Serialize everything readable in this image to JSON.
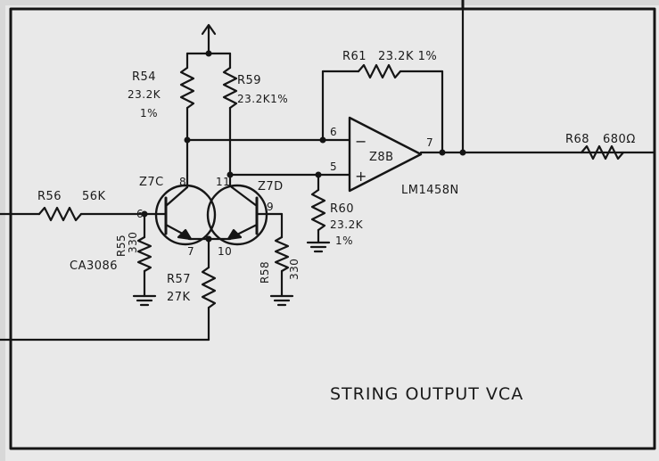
{
  "components": {
    "r54": {
      "ref": "R54",
      "value": "23.2K",
      "tol": "1%"
    },
    "r59": {
      "ref": "R59",
      "value": "23.2K1%"
    },
    "r61": {
      "ref": "R61",
      "value": "23.2K 1%"
    },
    "r56": {
      "ref": "R56",
      "value": "56K"
    },
    "r55": {
      "ref": "R55",
      "value": "330"
    },
    "r57": {
      "ref": "R57",
      "value": "27K"
    },
    "r58": {
      "ref": "R58",
      "value": "330"
    },
    "r60": {
      "ref": "R60",
      "value": "23.2K",
      "tol": "1%"
    },
    "r68": {
      "ref": "R68",
      "value": "680Ω"
    },
    "z7c": {
      "ref": "Z7C"
    },
    "z7d": {
      "ref": "Z7D"
    },
    "z8b": {
      "ref": "Z8B",
      "part": "LM1458N"
    },
    "ca": {
      "part": "CA3086"
    }
  },
  "pins": {
    "p6l": "6",
    "p8": "8",
    "p7l": "7",
    "p11": "11",
    "p10": "10",
    "p9": "9",
    "p6o": "6",
    "p5o": "5",
    "p7o": "7"
  },
  "opamp": {
    "minus": "−",
    "plus": "+"
  },
  "title": "STRING OUTPUT VCA"
}
